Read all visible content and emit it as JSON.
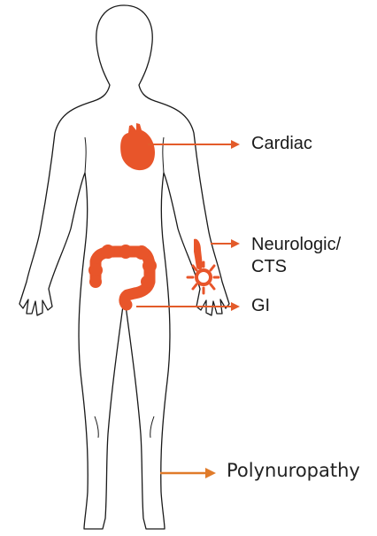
{
  "colors": {
    "accent": "#e8552a",
    "arrow": "#e35b2a",
    "outline": "#1a1a1a"
  },
  "labels": {
    "cardiac": "Cardiac",
    "neurologic_line1": "Neurologic/",
    "neurologic_line2": "CTS",
    "gi": "GI",
    "polyneuropathy": "Polynuropathy"
  },
  "icons": {
    "heart": "heart-icon",
    "colon": "colon-icon",
    "nerve": "nerve-icon"
  }
}
